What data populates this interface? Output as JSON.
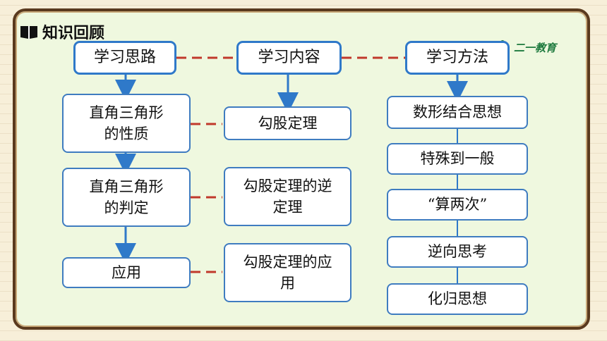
{
  "header": {
    "title": "知识回顾"
  },
  "logo": {
    "text": "二一教育"
  },
  "columns": {
    "thinking": {
      "title": "学习思路",
      "items": [
        "直角三角形的性质",
        "直角三角形的判定",
        "应用"
      ]
    },
    "content": {
      "title": "学习内容",
      "items": [
        "勾股定理",
        "勾股定理的逆定理",
        "勾股定理的应用"
      ]
    },
    "method": {
      "title": "学习方法",
      "items": [
        "数形结合思想",
        "特殊到一般",
        "“算两次”",
        "逆向思考",
        "化归思想"
      ]
    }
  },
  "colors": {
    "box_border": "#3f7cc0",
    "arrow": "#2f79c9",
    "dash": "#c0392b",
    "board_bg": "#eff8df",
    "frame": "#5a3a1e"
  }
}
